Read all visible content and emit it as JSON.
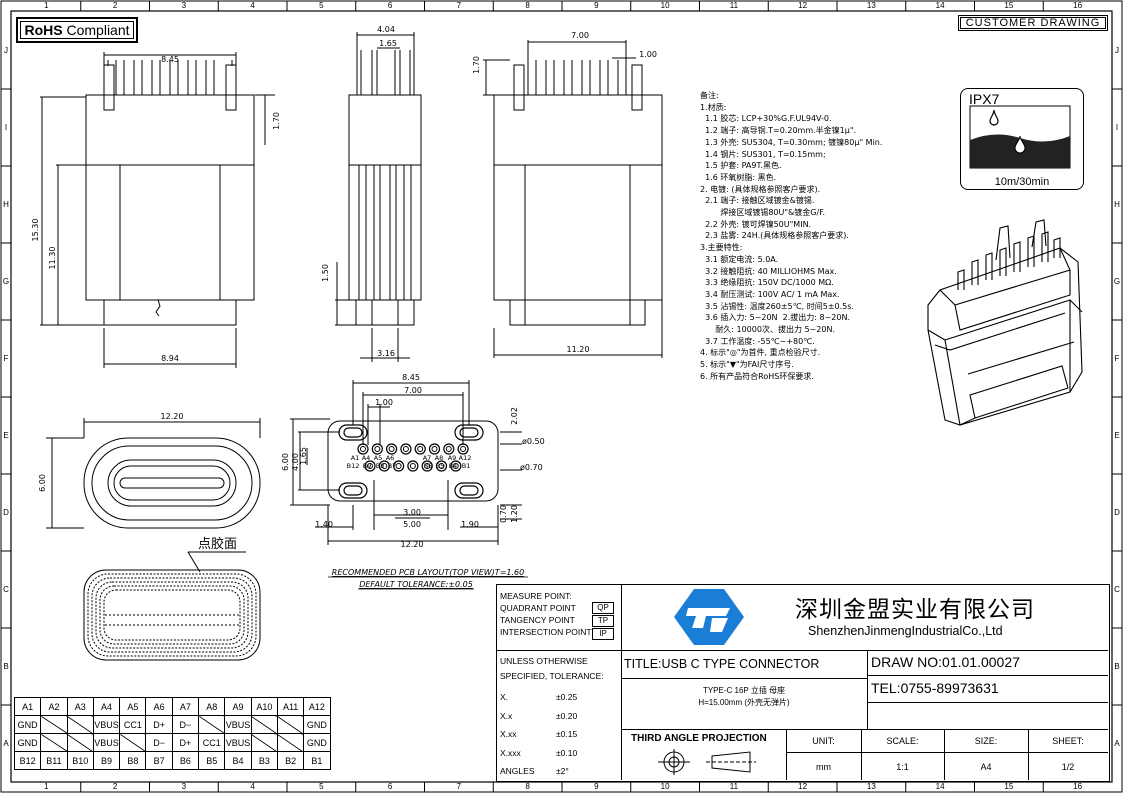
{
  "header": {
    "rohs_bold": "RoHS",
    "rohs_text": "Compliant",
    "customer_drawing": "CUSTOMER DRAWING"
  },
  "border": {
    "columns": [
      "1",
      "2",
      "3",
      "4",
      "5",
      "6",
      "7",
      "8",
      "9",
      "10",
      "11",
      "12",
      "13",
      "14",
      "15",
      "16"
    ],
    "rows": [
      "J",
      "I",
      "H",
      "G",
      "F",
      "E",
      "D",
      "C",
      "B",
      "A"
    ]
  },
  "dimensions": {
    "front_top_width": "8.45",
    "front_pin_height": "1.70",
    "front_overall_height": "15.30",
    "front_body_height": "11.30",
    "front_bottom_width": "8.94",
    "side_top_width": "4.04",
    "side_pin_pitch": "1.65",
    "side_step_height": "1.50",
    "side_bottom_width": "3.16",
    "rear_top_width": "7.00",
    "rear_pin_pitch": "1.00",
    "rear_pin_height": "1.70",
    "rear_bottom_width": "11.20",
    "end_view_width": "12.20",
    "end_view_height": "6.00",
    "pcb_width_845": "8.45",
    "pcb_width_700": "7.00",
    "pcb_pitch_100": "1.00",
    "pcb_top_202": "2.02",
    "pcb_h_600": "6.00",
    "pcb_h_400": "4.00",
    "pcb_h_165": "1.65",
    "pcb_hole_050": "ø0.50",
    "pcb_hole_070": "ø0.70",
    "pcb_bot_300": "3.00",
    "pcb_bot_500": "5.00",
    "pcb_left_140": "1.40",
    "pcb_right_190": "1.90",
    "pcb_r_070": "0.70",
    "pcb_r_120": "1.20",
    "pcb_total_1220": "12.20"
  },
  "pcb_pin_labels_top": [
    "A1",
    "A4",
    "A5",
    "A6",
    "A7",
    "A8",
    "A9",
    "A12"
  ],
  "pcb_pin_labels_bottom": [
    "B12",
    "B9",
    "B8",
    "B7",
    "B6",
    "B5",
    "B4",
    "B1"
  ],
  "pcb_caption": "RECOMMENDED PCB LAYOUT(TOP VIEW)T=1.60",
  "pcb_tolerance": "DEFAULT TOLERANCE:±0.05",
  "glue_label": "点胶面",
  "notes": [
    "备注:",
    "1.材质:",
    "  1.1 胶芯: LCP+30%G.F.UL94V-0.",
    "  1.2 端子: 高导铜.T=0.20mm.半金镍1μ\".",
    "  1.3 外壳: SUS304, T=0.30mm; 镀镍80μ\" Min.",
    "  1.4 钢片: SUS301, T=0.15mm;",
    "  1.5 护套: PA9T.黑色.",
    "  1.6 环氧树脂: 黑色.",
    "2. 电镀: (具体规格参照客户要求).",
    "  2.1 端子: 接触区域镀金&镀锡.",
    "        焊接区域镀锡80U\"&镀金G/F.",
    "  2.2 外壳: 镀可焊镍50U\"MIN.",
    "  2.3 盐雾: 24H.(具体规格参照客户要求).",
    "3.主要特性:",
    "  3.1 额定电流: 5.0A.",
    "  3.2 接触阻抗: 40 MILLIOHMS Max.",
    "  3.3 绝缘阻抗: 150V DC/1000 MΩ.",
    "  3.4 耐压测试: 100V AC/ 1 mA Max.",
    "  3.5 沾锡性: 温度260±5℃, 时间5±0.5s.",
    "  3.6 插入力: 5~20N  2.拔出力: 8~20N.",
    "      耐久: 10000次、拔出力 5~20N.",
    "  3.7 工作温度: -55℃~+80℃.",
    "4. 标示\"◎\"为首件, 重点检验尺寸.",
    "5. 标示\"▼\"为FAI尺寸序号.",
    "6. 所有产品符合RoHS环保要求."
  ],
  "ipx": {
    "rating": "IPX7",
    "spec": "10m/30min"
  },
  "pin_table": {
    "row1": [
      "A1",
      "A2",
      "A3",
      "A4",
      "A5",
      "A6",
      "A7",
      "A8",
      "A9",
      "A10",
      "A11",
      "A12"
    ],
    "row2": [
      "GND",
      "",
      "",
      "VBUS",
      "CC1",
      "D+",
      "D−",
      "",
      "VBUS",
      "",
      "",
      "GND"
    ],
    "row2_slash": [
      false,
      true,
      true,
      false,
      false,
      false,
      false,
      true,
      false,
      true,
      true,
      false
    ],
    "row3": [
      "GND",
      "",
      "",
      "VBUS",
      "",
      "D−",
      "D+",
      "CC1",
      "VBUS",
      "",
      "",
      "GND"
    ],
    "row3_slash": [
      false,
      true,
      true,
      false,
      true,
      false,
      false,
      false,
      false,
      true,
      true,
      false
    ],
    "row4": [
      "B12",
      "B11",
      "B10",
      "B9",
      "B8",
      "B7",
      "B6",
      "B5",
      "B4",
      "B3",
      "B2",
      "B1"
    ]
  },
  "title_block": {
    "measure_lines": [
      "MEASURE POINT:",
      "QUADRANT POINT",
      "TANGENCY POINT",
      "INTERSECTION POINT"
    ],
    "measure_codes": [
      "QP",
      "TP",
      "IP"
    ],
    "company_cn": "深圳金盟实业有限公司",
    "company_en": "ShenzhenJinmengIndustrialCo.,Ltd",
    "tolerance_head1": "UNLESS OTHERWISE",
    "tolerance_head2": "SPECIFIED, TOLERANCE:",
    "tol_keys": [
      "X.",
      "X.x",
      "X.xx",
      "X.xxx",
      "ANGLES"
    ],
    "tol_vals": [
      "±0.25",
      "±0.20",
      "±0.15",
      "±0.10",
      "±2°"
    ],
    "title": "TITLE:USB C TYPE CONNECTOR",
    "subtitle1": "TYPE-C 16P 立插 母座",
    "subtitle2": "H=15.00mm (外壳无弹片)",
    "draw_no": "DRAW NO:01.01.00027",
    "tel": "TEL:0755-89973631",
    "projection": "THIRD ANGLE PROJECTION",
    "unit_label": "UNIT:",
    "unit_value": "mm",
    "scale_label": "SCALE:",
    "scale_value": "1:1",
    "size_label": "SIZE:",
    "size_value": "A4",
    "sheet_label": "SHEET:",
    "sheet_value": "1/2"
  }
}
